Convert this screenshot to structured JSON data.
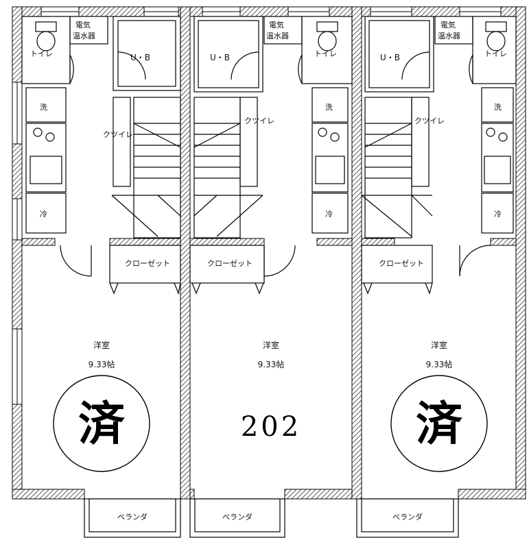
{
  "colors": {
    "ink": "#000000",
    "hatch": "#555555",
    "paper": "#ffffff"
  },
  "units": [
    {
      "toilet": "トイレ",
      "heater": [
        "電気",
        "温水器"
      ],
      "bath": "U・B",
      "closet_small": "クツイレ",
      "wash": "洗",
      "fridge": "冷",
      "closet": "クローゼット",
      "room_name": "洋室",
      "room_size": "9.33帖",
      "veranda": "ベランダ",
      "stamp": "済"
    },
    {
      "toilet": "トイレ",
      "heater": [
        "電気",
        "温水器"
      ],
      "bath": "U・B",
      "closet_small": "クツイレ",
      "wash": "洗",
      "fridge": "冷",
      "closet": "クローゼット",
      "room_name": "洋室",
      "room_size": "9.33帖",
      "veranda": "ベランダ",
      "unit_number": "202"
    },
    {
      "toilet": "トイレ",
      "heater": [
        "電気",
        "温水器"
      ],
      "bath": "U・B",
      "closet_small": "クツイレ",
      "wash": "洗",
      "fridge": "冷",
      "closet": "クローゼット",
      "room_name": "洋室",
      "room_size": "9.33帖",
      "veranda": "ベランダ",
      "stamp": "済"
    }
  ]
}
